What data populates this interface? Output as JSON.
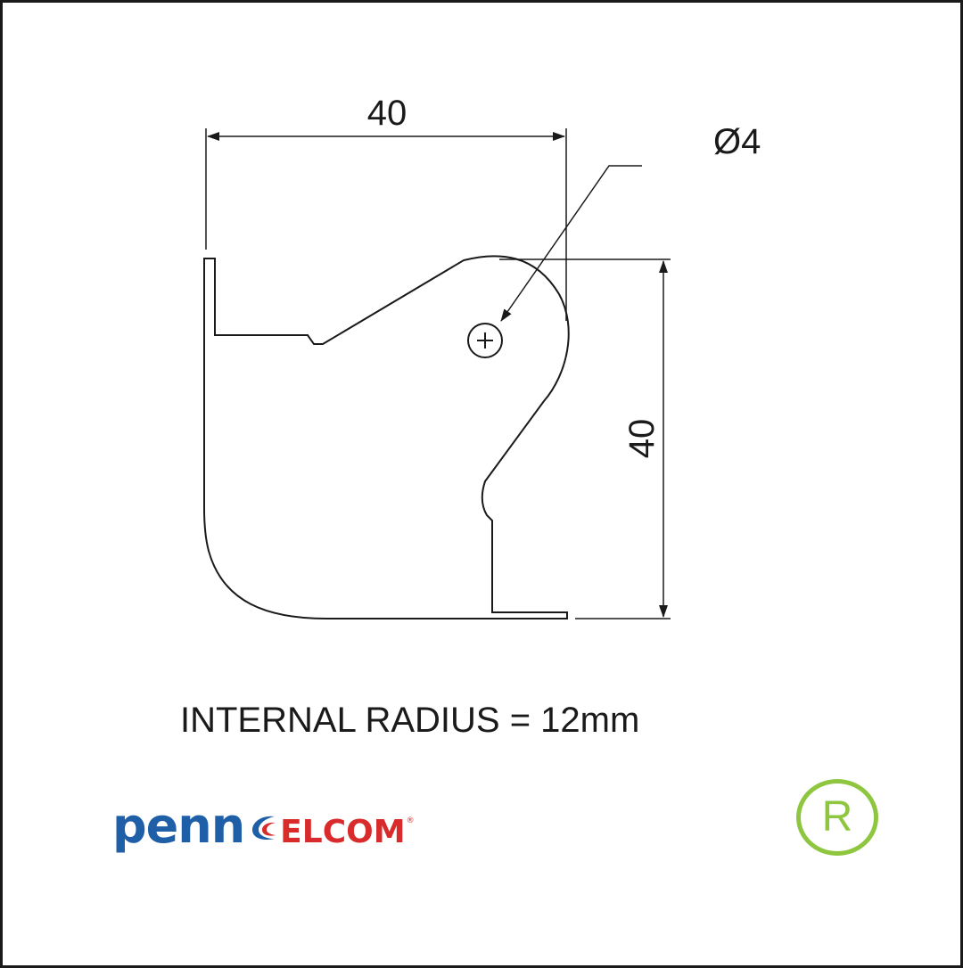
{
  "dimensions": {
    "width_label": "40",
    "height_label": "40",
    "hole_label": "Ø4"
  },
  "caption": "INTERNAL RADIUS = 12mm",
  "brand": {
    "primary": "penn",
    "secondary": "ELCOM",
    "mark": "®"
  },
  "registered_symbol": "R",
  "colors": {
    "line": "#1a1a1a",
    "brand_blue": "#1f5fa8",
    "brand_red": "#d92b2b",
    "registered_green": "#8ec63f"
  }
}
